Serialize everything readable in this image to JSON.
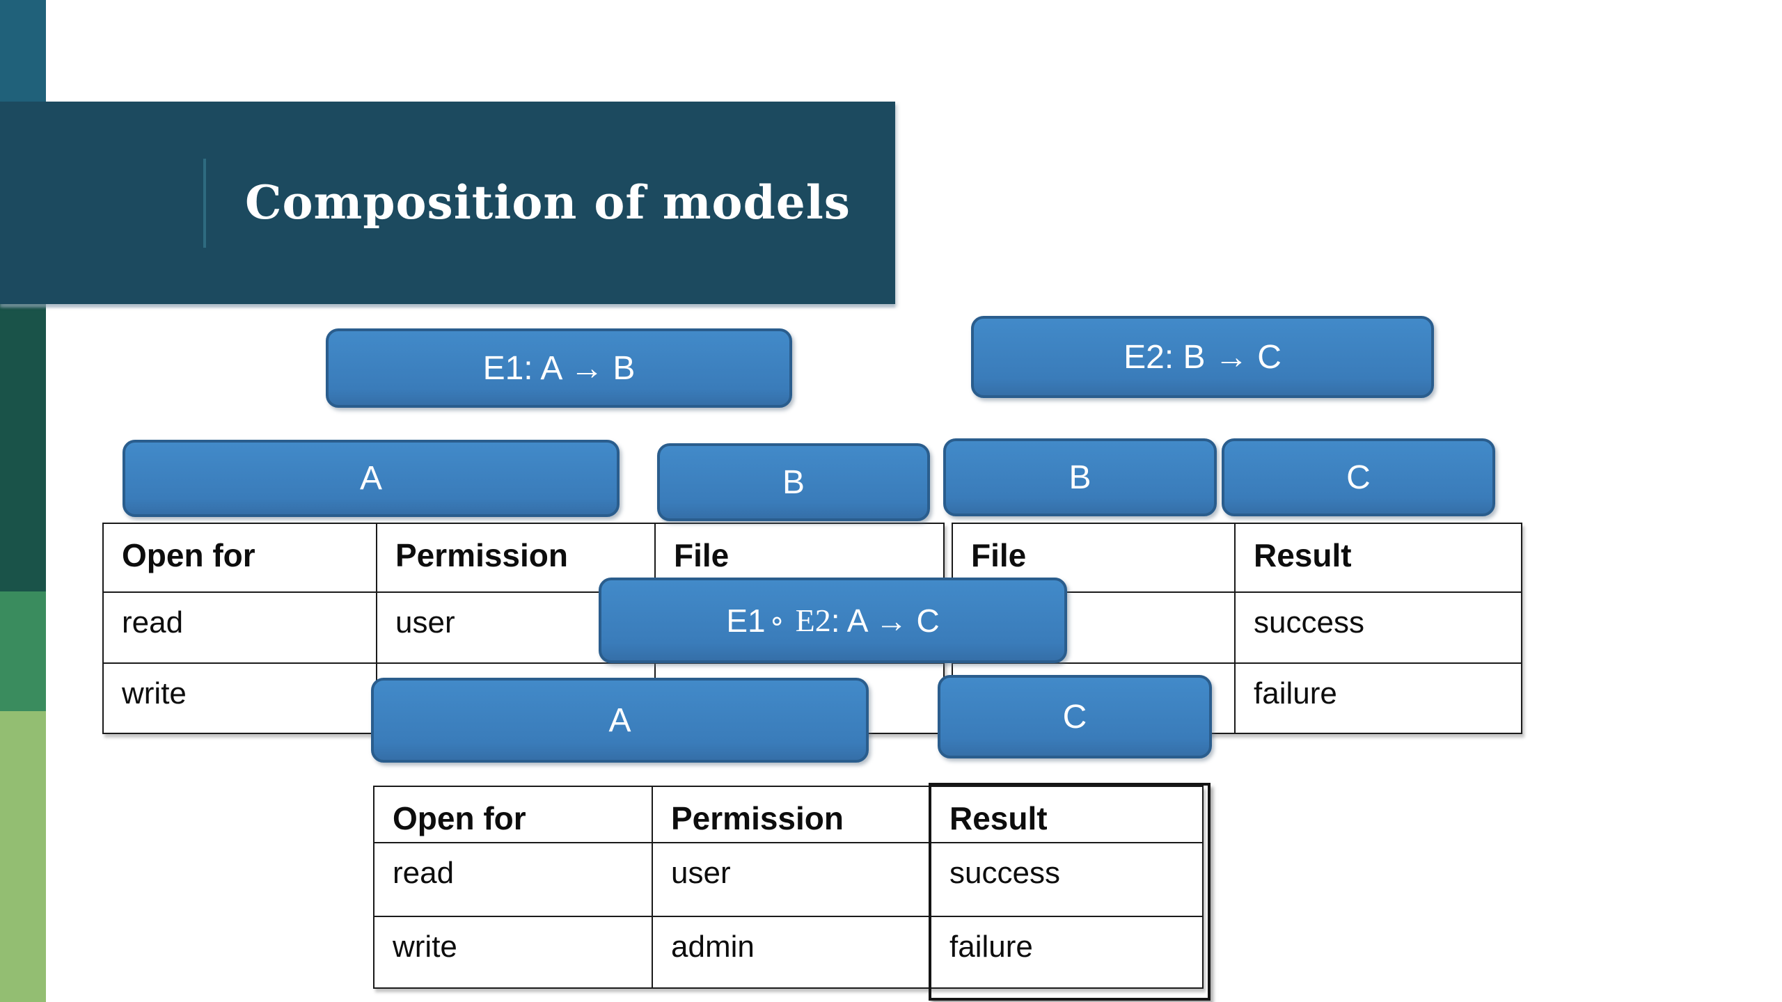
{
  "slide": {
    "title": "Composition of models",
    "colors": {
      "banner": "#1c4a5f",
      "stripe_teal": "#20617a",
      "stripe_dark_green": "#1a5349",
      "stripe_mid_green": "#3a8c5e",
      "stripe_light_green": "#93be72",
      "shape_fill": "#3a7fc0",
      "shape_border": "#2a5d8d",
      "table_line": "#1a1a1a"
    }
  },
  "shapes": {
    "e1_label": "E1: A → B",
    "e2_label": "E2: B → C",
    "a_top_label": "A",
    "b_left_label": "B",
    "b_right_label": "B",
    "c_top_label": "C",
    "compose": {
      "e1": "E1",
      "ring": "∘",
      "e2": "E2",
      "rest": ": A → C"
    },
    "a_bottom_label": "A",
    "c_bottom_label": "C"
  },
  "tables": {
    "left": {
      "headers": [
        "Open for",
        "Permission",
        "File"
      ],
      "rows": [
        [
          "read",
          "user",
          ""
        ],
        [
          "write",
          "",
          ""
        ]
      ]
    },
    "right": {
      "headers": [
        "File",
        "Result"
      ],
      "rows": [
        [
          "",
          "success"
        ],
        [
          "",
          "failure"
        ]
      ]
    },
    "bottom": {
      "headers": [
        "Open for",
        "Permission",
        "Result"
      ],
      "rows": [
        [
          "read",
          "user",
          "success"
        ],
        [
          "write",
          "admin",
          "failure"
        ]
      ]
    }
  }
}
